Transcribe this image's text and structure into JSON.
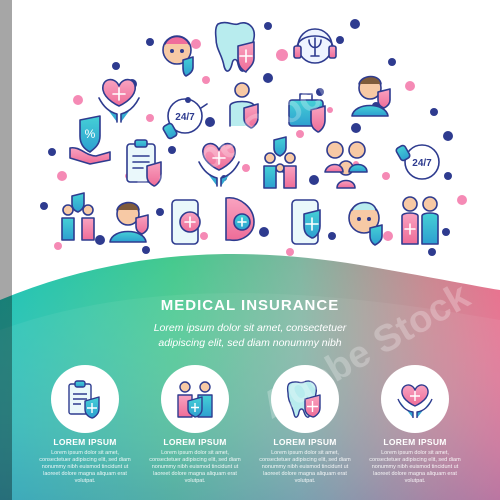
{
  "header": {
    "title": "MEDICAL INSURANCE",
    "subtitle_line1": "Lorem ipsum dolor sit amet, consectetuer",
    "subtitle_line2": "adipiscing elit, sed diam nonummy nibh"
  },
  "features": [
    {
      "icon": "clipboard-shield-icon",
      "label": "LOREM IPSUM",
      "text": "Lorem ipsum dolor sit amet, consectetuer adipiscing elit, sed diam nonummy nibh euismod tincidunt ut laoreet dolore magna aliquam erat volutpat."
    },
    {
      "icon": "family-shield-icon",
      "label": "LOREM IPSUM",
      "text": "Lorem ipsum dolor sit amet, consectetuer adipiscing elit, sed diam nonummy nibh euismod tincidunt ut laoreet dolore magna aliquam erat volutpat."
    },
    {
      "icon": "tooth-shield-icon",
      "label": "LOREM IPSUM",
      "text": "Lorem ipsum dolor sit amet, consectetuer adipiscing elit, sed diam nonummy nibh euismod tincidunt ut laoreet dolore magna aliquam erat volutpat."
    },
    {
      "icon": "hands-heart-icon",
      "label": "LOREM IPSUM",
      "text": "Lorem ipsum dolor sit amet, consectetuer adipiscing elit, sed diam nonummy nibh euismod tincidunt ut laoreet dolore magna aliquam erat volutpat."
    }
  ],
  "concept_icons": [
    "hands-heart-icon",
    "baby-shield-icon",
    "tooth-shield-icon",
    "psychology-headset-icon",
    "man-shield-icon",
    "24-7-phone-icon",
    "briefcase-shield-icon",
    "doctor-icon",
    "hand-shield-percent-icon",
    "clipboard-shield-icon",
    "hands-heart-icon",
    "family-shield-icon",
    "family-group-icon",
    "24-7-phone-icon",
    "family-shield-icon",
    "man-shield-icon",
    "phone-chat-icon",
    "pregnant-icon",
    "phone-shield-icon",
    "baby-shield-icon",
    "elderly-couple-icon"
  ],
  "stock": {
    "id": "Adobe Stock | #259517231",
    "watermark": "Adobe Stock"
  },
  "colors": {
    "gradient_teal": "#1bc3b0",
    "gradient_green": "#5bd77c",
    "gradient_pink": "#f06d8a",
    "gradient_purple": "#7a6fc4",
    "icon_blue": "#2e3b8f",
    "icon_teal": "#38c7c8",
    "icon_pink": "#f06d9b",
    "dot_pink": "#f58ab5"
  }
}
